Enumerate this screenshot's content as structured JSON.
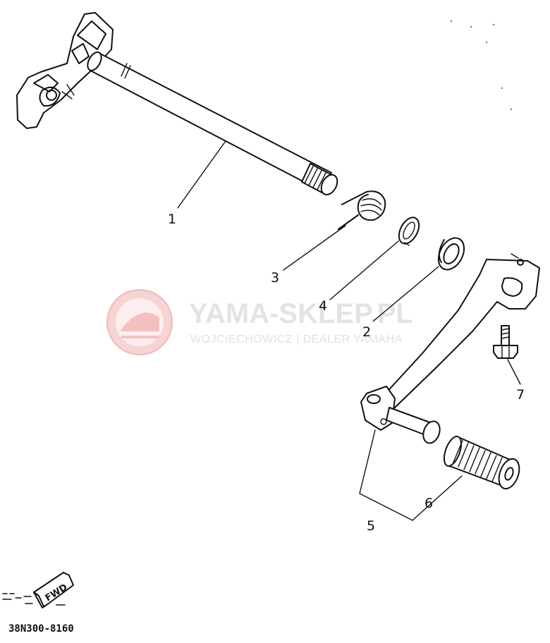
{
  "watermark": {
    "title": "YAMA-SKLEP.PL",
    "subtitle": "WOJCIECHOWICZ | DEALER YAMAHA"
  },
  "callouts": {
    "part1": "1",
    "part2": "2",
    "part3": "3",
    "part4": "4",
    "part5": "5",
    "part6": "6",
    "part7": "7"
  },
  "direction_badge": "FWD",
  "reference_code": "38N300-8160",
  "colors": {
    "ink": "#111111",
    "watermark_logo": "#f4c6c6",
    "watermark_text": "#e3e3e3"
  }
}
